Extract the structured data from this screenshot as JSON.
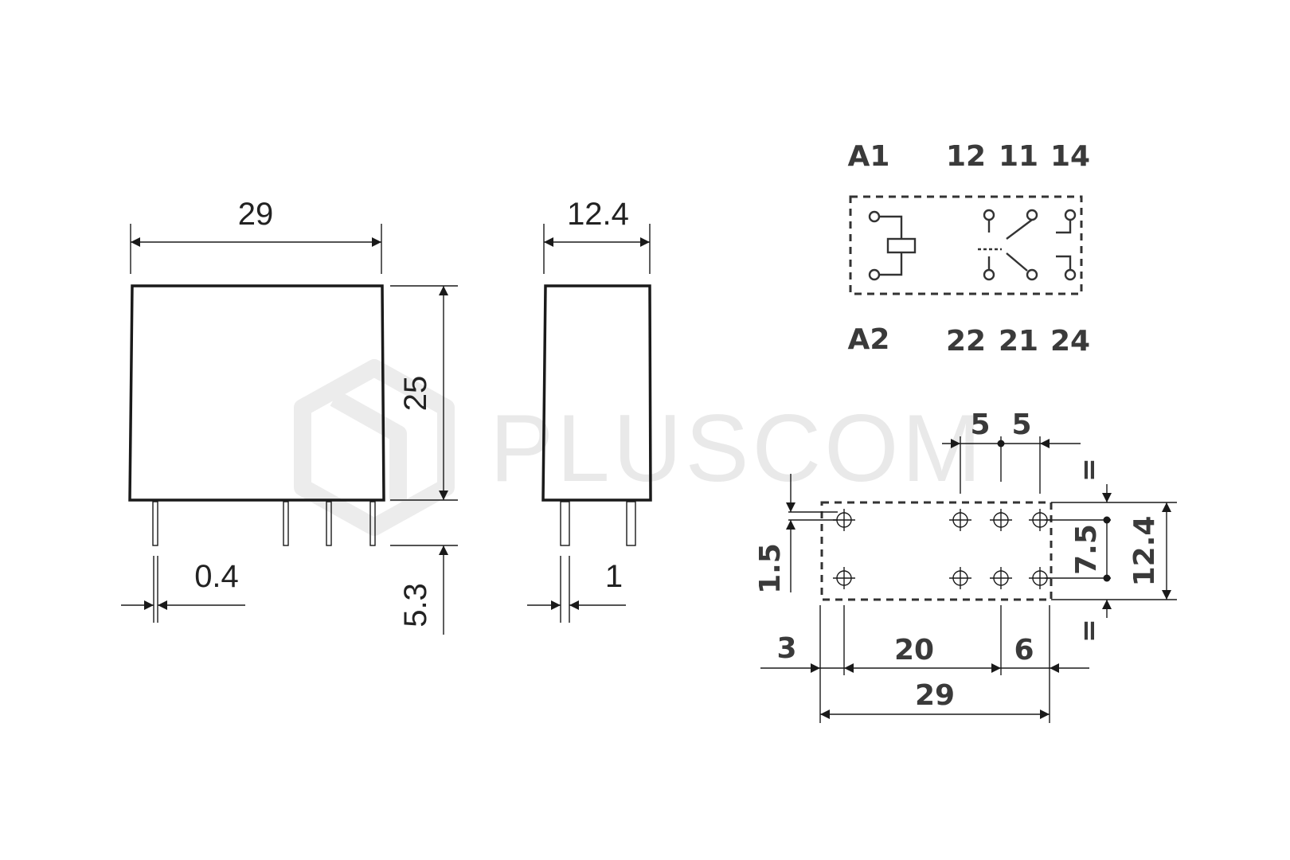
{
  "watermark": {
    "text": "PLUSCOM"
  },
  "front_view": {
    "width": "29",
    "height": "25",
    "pin_length": "5.3",
    "pin_thickness": "0.4"
  },
  "side_view": {
    "width": "12.4",
    "pin_width": "1"
  },
  "schematic": {
    "top_labels": [
      "A1",
      "12",
      "11",
      "14"
    ],
    "bottom_labels": [
      "A2",
      "22",
      "21",
      "24"
    ]
  },
  "footprint": {
    "pitch_left": "5",
    "pitch_right": "5",
    "equal_top": "=",
    "equal_bottom": "=",
    "hole_offset": "1.5",
    "row_spacing": "7.5",
    "width": "12.4",
    "edge_left": "3",
    "span": "20",
    "edge_right": "6",
    "length": "29"
  }
}
